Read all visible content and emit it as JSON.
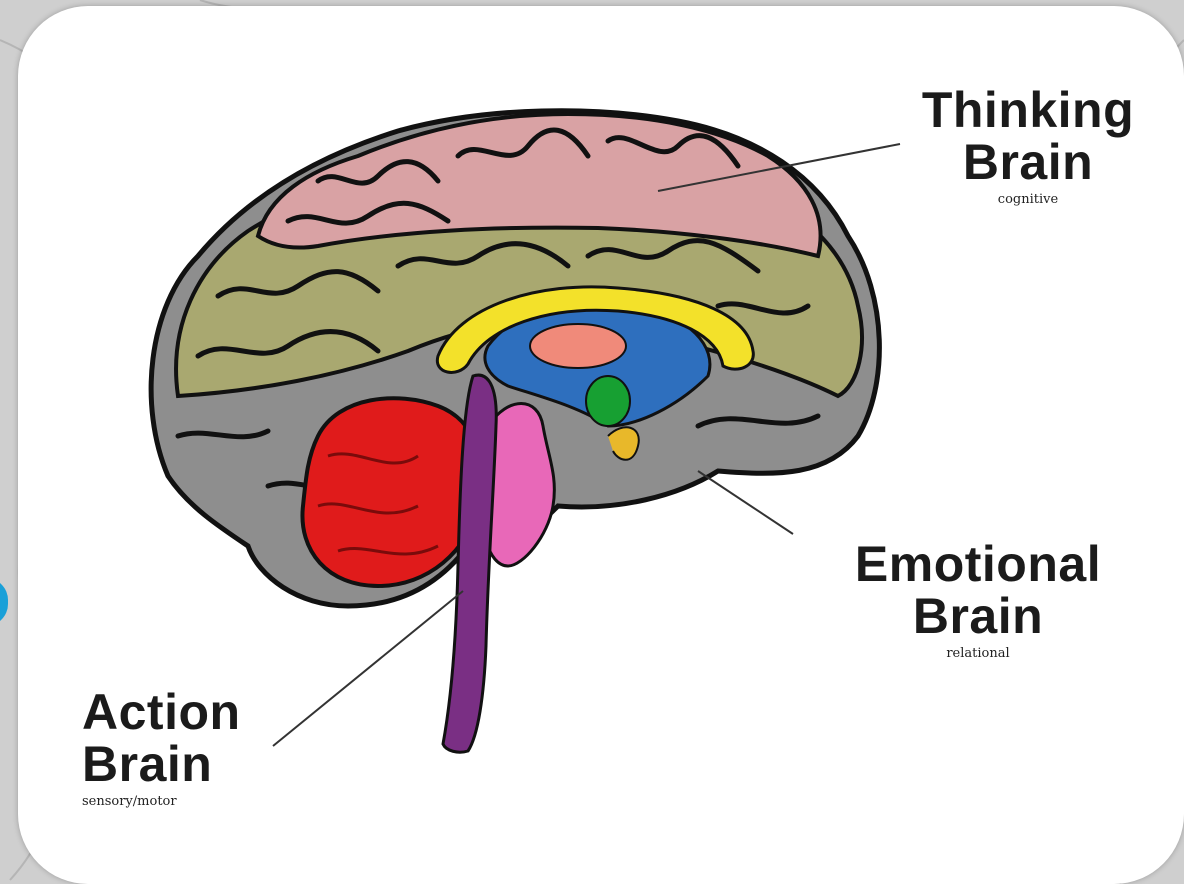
{
  "labels": {
    "thinking": {
      "title_line1": "Thinking",
      "title_line2": "Brain",
      "subtitle": "cognitive"
    },
    "emotional": {
      "title_line1": "Emotional",
      "title_line2": "Brain",
      "subtitle": "relational"
    },
    "action": {
      "title_line1": "Action",
      "title_line2": "Brain",
      "subtitle": "sensory/motor"
    }
  },
  "colors": {
    "cortex_top": "#d9a2a4",
    "cortex_middle": "#a9a870",
    "cortex_lower": "#8e8e8e",
    "cerebellum": "#e01b1b",
    "brainstem": "#e868b8",
    "spinal_cord": "#7a2f84",
    "corpus_callosum": "#f3e12a",
    "limbic_blue": "#2e6fbe",
    "thalamus": "#f08a7a",
    "amygdala": "#17a032"
  }
}
